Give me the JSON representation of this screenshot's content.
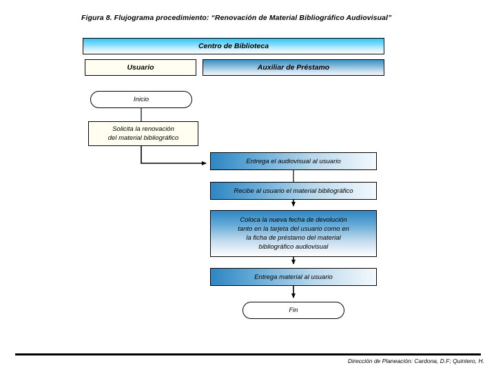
{
  "figure": {
    "title": "Figura 8. Flujograma procedimiento: “Renovación de Material Bibliográfico Audiovisual”"
  },
  "swimlanes": {
    "header": {
      "label": "Centro de Biblioteca",
      "fill_top": "#35c3f3",
      "fill_bottom": "#ffffff"
    },
    "columns": [
      {
        "label": "Usuario",
        "fill": "#fffef0"
      },
      {
        "label": "Auxiliar de Préstamo",
        "fill_top": "#3b8fc4",
        "fill_bottom": "#f2f7fb"
      }
    ]
  },
  "flow": {
    "nodes": [
      {
        "id": "inicio",
        "type": "terminator",
        "lane": "Usuario",
        "label": "Inicio"
      },
      {
        "id": "solicita",
        "type": "process",
        "lane": "Usuario",
        "label": "Solicita la renovación del material bibliográfico"
      },
      {
        "id": "entrega-audiovisual",
        "type": "process",
        "lane": "Auxiliar de Préstamo",
        "label": "Entrega el audiovisual al usuario"
      },
      {
        "id": "recibe",
        "type": "process",
        "lane": "Auxiliar de Préstamo",
        "label": "Recibe al usuario el material bibliográfico"
      },
      {
        "id": "coloca",
        "type": "process",
        "lane": "Auxiliar de Préstamo",
        "label": "Coloca la nueva fecha de devolución tanto en la tarjeta del usuario como en la ficha de préstamo del material bibliográfico audiovisual"
      },
      {
        "id": "entrega-material",
        "type": "process",
        "lane": "Auxiliar de Préstamo",
        "label": "Entrega material al usuario"
      },
      {
        "id": "fin",
        "type": "terminator",
        "lane": "Auxiliar de Préstamo",
        "label": "Fin"
      }
    ],
    "node_labels": {
      "inicio": "Inicio",
      "solicita_line1": "Solicita la renovación",
      "solicita_line2": "del material bibliográfico",
      "entrega_audiovisual": "Entrega el audiovisual al usuario",
      "recibe": "Recibe al usuario el material bibliográfico",
      "coloca_line1": "Coloca la nueva fecha de devolución",
      "coloca_line2": "tanto en la tarjeta del usuario como en",
      "coloca_line3": "la ficha de préstamo del material",
      "coloca_line4": "bibliográfico audiovisual",
      "entrega_material": "Entrega material al usuario",
      "fin": "Fin"
    },
    "edges": [
      {
        "from": "inicio",
        "to": "solicita",
        "style": "straight-down"
      },
      {
        "from": "solicita",
        "to": "entrega-audiovisual",
        "style": "elbow-right-arrow"
      },
      {
        "from": "entrega-audiovisual",
        "to": "recibe",
        "style": "straight-down-arrow"
      },
      {
        "from": "recibe",
        "to": "coloca",
        "style": "straight-down-arrow"
      },
      {
        "from": "coloca",
        "to": "entrega-material",
        "style": "straight-down-arrow"
      },
      {
        "from": "entrega-material",
        "to": "fin",
        "style": "straight-down-arrow"
      }
    ],
    "line_color": "#000000"
  },
  "footer": {
    "credit": "Dirección de Planeación: Cardona, D.F; Quintero, H.",
    "rule_color": "#000000"
  }
}
